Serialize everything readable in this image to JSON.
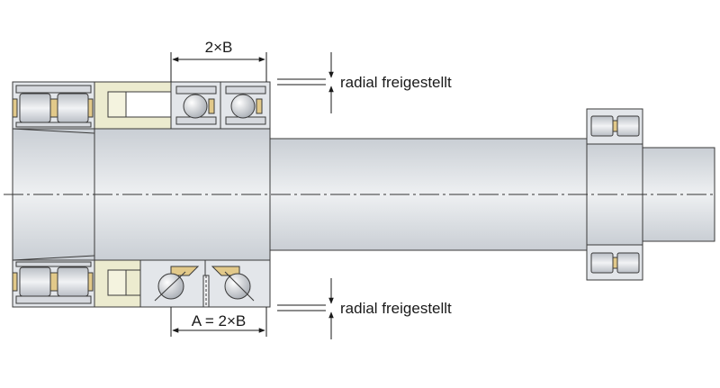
{
  "labels": {
    "dim_top": "2×B",
    "dim_bottom": "A = 2×B",
    "radial_top": "radial freigestellt",
    "radial_bottom": "radial freigestellt"
  },
  "colors": {
    "background": "#ffffff",
    "part_fill": "#e3e6ea",
    "part_stroke": "#3a3a3a",
    "spacer_fill": "#ecebcf",
    "brass": "#e2c98a",
    "ball": "#d9dce0",
    "axis": "#333333"
  }
}
